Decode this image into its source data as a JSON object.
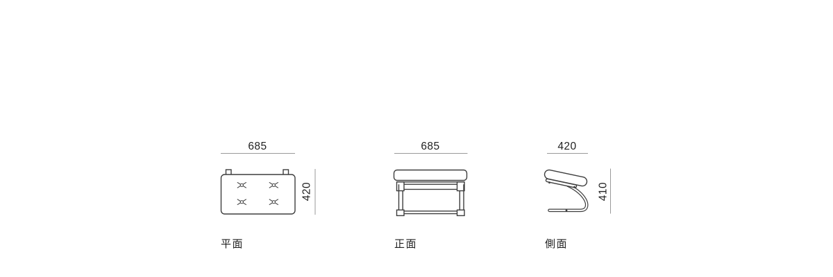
{
  "canvas": {
    "background_color": "#ffffff",
    "drawing_line_color": "#3d3d3d",
    "dimension_line_color": "#999999",
    "text_color": "#1f1f1f"
  },
  "views": {
    "plan": {
      "label": "平面",
      "width_mm": "685",
      "depth_mm": "420"
    },
    "front": {
      "label": "正面",
      "width_mm": "685"
    },
    "side": {
      "label": "側面",
      "depth_mm": "420",
      "height_mm": "410"
    }
  }
}
